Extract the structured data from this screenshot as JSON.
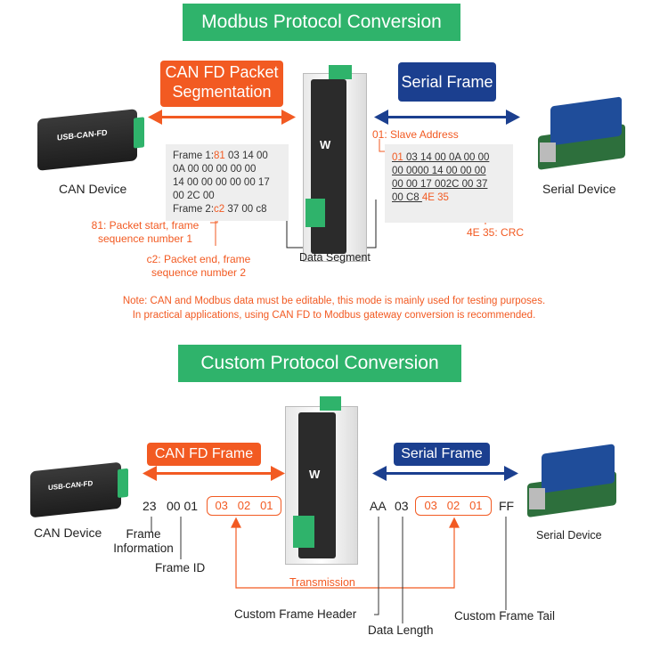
{
  "modbus": {
    "title": "Modbus Protocol Conversion",
    "can_tag": "CAN FD Packet\nSegmentation",
    "serial_tag": "Serial Frame",
    "can_device": "CAN Device",
    "serial_device": "Serial Device",
    "usb_label": "USB-CAN-FD",
    "frame1_prefix": "Frame 1:",
    "frame1_hl": "81",
    "frame1_rest": " 03 14 00",
    "frame1_l2": "0A 00 00 00 00 00",
    "frame1_l3": "14 00 00 00 00 00 17",
    "frame1_l4": "00 2C 00",
    "frame2_prefix": "Frame 2:",
    "frame2_hl": "c2",
    "frame2_rest": " 37 00 c8",
    "slave_label": "01: Slave Address",
    "serial_l1_hl": "01",
    "serial_l1_rest": " 03 14 00 0A 00 00",
    "serial_l2": "00 0000 14 00 00 00",
    "serial_l3": "00 00 17 002C 00 37",
    "serial_l4_pre": "00 C8 ",
    "serial_l4_hl": "4E 35",
    "crc_label": "4E 35: CRC",
    "packet_start_l1": "81: Packet start, frame",
    "packet_start_l2": "sequence number 1",
    "packet_end_l1": "c2: Packet end, frame",
    "packet_end_l2": "sequence number 2",
    "data_segment": "Data Segment",
    "note_l1": "Note: CAN and Modbus data must be editable, this mode is mainly used for testing purposes.",
    "note_l2": "In practical applications, using CAN FD to Modbus gateway conversion is recommended."
  },
  "custom": {
    "title": "Custom Protocol Conversion",
    "can_tag": "CAN FD Frame",
    "serial_tag": "Serial Frame",
    "can_device": "CAN Device",
    "serial_device": "Serial Device",
    "usb_label": "USB-CAN-FD",
    "can_b1": "23",
    "can_b2": "00 01",
    "can_data": [
      "03",
      "02",
      "01"
    ],
    "serial_h": "AA",
    "serial_len": "03",
    "serial_data": [
      "03",
      "02",
      "01"
    ],
    "serial_tail": "FF",
    "frame_info_l1": "Frame",
    "frame_info_l2": "Information",
    "frame_id": "Frame ID",
    "transmission": "Transmission",
    "header_label": "Custom Frame Header",
    "length_label": "Data Length",
    "tail_label": "Custom Frame Tail"
  },
  "colors": {
    "green": "#2fb36b",
    "orange": "#f25a22",
    "navy": "#1b3f8f"
  }
}
